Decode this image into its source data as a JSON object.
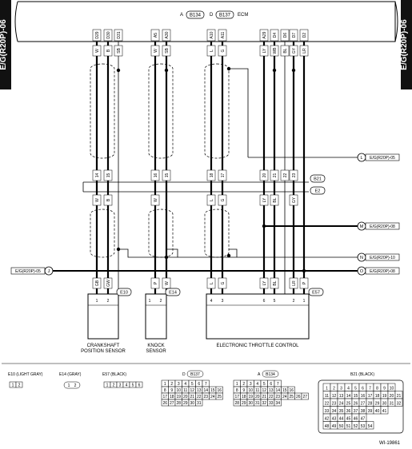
{
  "side_tabs": [
    "E/G(R20P)-06",
    "E/G(R20P)-06"
  ],
  "ecm": {
    "prefix_a": "A",
    "conn_a": "B134",
    "prefix_d": "D",
    "conn_d": "B137",
    "label": "ECM",
    "pins": [
      "D29",
      "D30",
      "D31",
      "A5",
      "A30",
      "A10",
      "A11",
      "A29",
      "D4",
      "D6",
      "D7",
      "D2"
    ],
    "wire_colors_top": [
      "W",
      "B",
      "SB",
      "W",
      "SB",
      "L",
      "G",
      "LY",
      "WB",
      "BL",
      "GY",
      "LR"
    ]
  },
  "bus_labels": {
    "b21": "B21",
    "e2": "E2"
  },
  "b21_pins": [
    "14",
    "15",
    "16",
    "15",
    "18",
    "17",
    "20",
    "21",
    "22",
    "23"
  ],
  "wire_colors_mid": [
    "W",
    "B",
    "W",
    "L",
    "G",
    "LY",
    "BL",
    "GY"
  ],
  "offpage": {
    "L": {
      "letter": "L",
      "label": "E/G(R20P)-05"
    },
    "M": {
      "letter": "M",
      "label": "E/G(R20P)-08"
    },
    "N": {
      "letter": "N",
      "label": "E/G(R20P)-10"
    },
    "O": {
      "letter": "O",
      "label": "E/G(R20P)-08"
    },
    "J": {
      "letter": "J",
      "label": "E/G(R20P)-05"
    }
  },
  "components": {
    "crank": {
      "conn": "E10",
      "name_line1": "CRANKSHAFT",
      "name_line2": "POSITION SENSOR",
      "pins": [
        "1",
        "2"
      ],
      "wire_colors": [
        "GB",
        "GW"
      ]
    },
    "knock": {
      "conn": "E14",
      "name_line1": "KNOCK",
      "name_line2": "SENSOR",
      "pins": [
        "1",
        "2"
      ],
      "wire_colors": [
        "P",
        "W"
      ]
    },
    "throttle": {
      "conn": "E57",
      "name": "ELECTRONIC THROTTLE CONTROL",
      "pins_left": [
        "4",
        "3"
      ],
      "pins_right": [
        "6",
        "5",
        "2",
        "1"
      ],
      "wire_colors": [
        "L",
        "G",
        "LY",
        "BL",
        "LR",
        "P"
      ]
    }
  },
  "legend": {
    "e10": {
      "label": "E10 (LIGHT GRAY)",
      "cells": [
        "1",
        "2"
      ]
    },
    "e14": {
      "label": "E14 (GRAY)",
      "cells": [
        "1",
        "2"
      ]
    },
    "e57": {
      "label": "E57 (BLACK)",
      "cells": [
        "1",
        "2",
        "3",
        "4",
        "5",
        "6"
      ]
    },
    "d137": {
      "prefix": "D",
      "conn": "B137",
      "rows": [
        [
          "1",
          "2",
          "3",
          "4",
          "5",
          "6",
          "7"
        ],
        [
          "8",
          "9",
          "10",
          "11",
          "12",
          "13",
          "14",
          "15",
          "16"
        ],
        [
          "17",
          "18",
          "19",
          "20",
          "21",
          "22",
          "23",
          "24",
          "25"
        ],
        [
          "26",
          "27",
          "28",
          "29",
          "30",
          "31"
        ]
      ]
    },
    "a134": {
      "prefix": "A",
      "conn": "B134",
      "rows": [
        [
          "1",
          "2",
          "3",
          "4",
          "5",
          "6",
          "7"
        ],
        [
          "8",
          "9",
          "10",
          "11",
          "12",
          "13",
          "14",
          "15",
          "16"
        ],
        [
          "17",
          "18",
          "19",
          "20",
          "21",
          "22",
          "23",
          "24",
          "25",
          "26",
          "27"
        ],
        [
          "28",
          "29",
          "30",
          "31",
          "32",
          "33",
          "34"
        ]
      ]
    },
    "b21": {
      "label": "B21 (BLACK)",
      "rows": [
        [
          "1",
          "2",
          "3",
          "4",
          "5",
          "6",
          "7",
          "8",
          "9",
          "10"
        ],
        [
          "11",
          "12",
          "13",
          "14",
          "15",
          "16",
          "17",
          "18",
          "19",
          "20",
          "21"
        ],
        [
          "22",
          "23",
          "24",
          "25",
          "26",
          "27",
          "28",
          "29",
          "30",
          "31",
          "32"
        ],
        [
          "33",
          "34",
          "35",
          "36",
          "37",
          "38",
          "39",
          "40",
          "41"
        ],
        [
          "42",
          "43",
          "44",
          "45",
          "46",
          "47"
        ],
        [
          "48",
          "49",
          "50",
          "51",
          "52",
          "53",
          "54"
        ]
      ]
    }
  },
  "footer_code": "WI-19861"
}
